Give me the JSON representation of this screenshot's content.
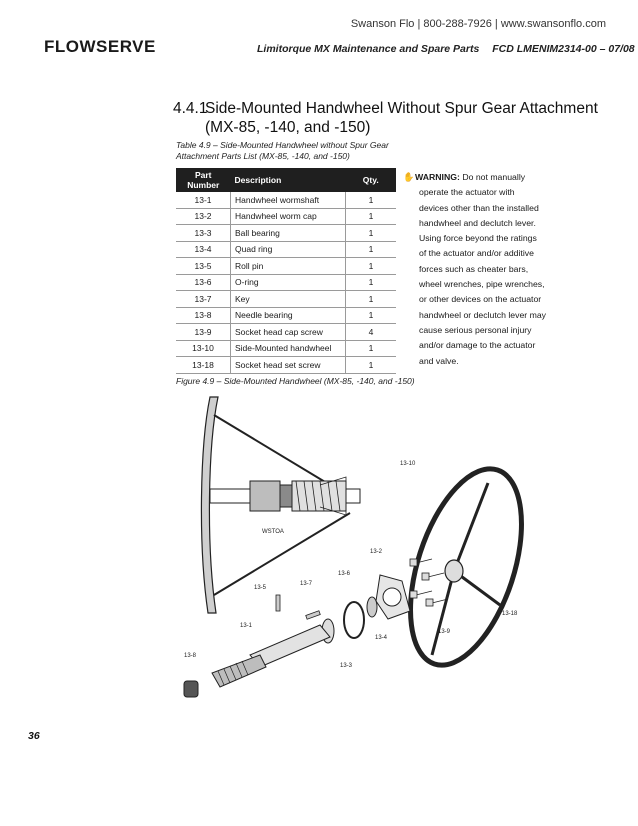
{
  "header": {
    "contact_line": "Swanson Flo | 800-288-7926 | www.swansonflo.com",
    "logo_text": "FLOWSERVE",
    "doc_title": "Limitorque MX Maintenance and Spare Parts",
    "doc_code": "FCD LMENIM2314-00 – 07/08"
  },
  "section": {
    "number": "4.4.1",
    "title_line1": "Side-Mounted Handwheel Without Spur Gear Attachment",
    "title_line2": "(MX-85, -140, and -150)"
  },
  "table": {
    "caption": "Table 4.9 – Side-Mounted Handwheel without Spur Gear Attachment Parts List (MX-85, -140, and -150)",
    "headers": [
      "Part Number",
      "Description",
      "Qty."
    ],
    "rows": [
      [
        "13-1",
        "Handwheel wormshaft",
        "1"
      ],
      [
        "13-2",
        "Handwheel worm cap",
        "1"
      ],
      [
        "13-3",
        "Ball bearing",
        "1"
      ],
      [
        "13-4",
        "Quad ring",
        "1"
      ],
      [
        "13-5",
        "Roll pin",
        "1"
      ],
      [
        "13-6",
        "O-ring",
        "1"
      ],
      [
        "13-7",
        "Key",
        "1"
      ],
      [
        "13-8",
        "Needle bearing",
        "1"
      ],
      [
        "13-9",
        "Socket head cap screw",
        "4"
      ],
      [
        "13-10",
        "Side-Mounted handwheel",
        "1"
      ],
      [
        "13-18",
        "Socket head set screw",
        "1"
      ]
    ]
  },
  "warning": {
    "icon": "warning-hand-icon",
    "label": "WARNING:",
    "lines": [
      "Do not manually",
      "operate the actuator with",
      "devices other than the installed",
      "handwheel and declutch lever.",
      "Using force beyond the ratings",
      "of the actuator and/or additive",
      "forces such as cheater bars,",
      "wheel wrenches, pipe wrenches,",
      "or other devices on the actuator",
      "handwheel or declutch lever may",
      "cause serious personal injury",
      "and/or damage to the actuator",
      "and valve."
    ]
  },
  "figure": {
    "caption": "Figure 4.9 – Side-Mounted Handwheel (MX-85, -140, and -150)",
    "inset_mark": "WSTOA",
    "callouts": {
      "c13_10": "13-10",
      "c13_2": "13-2",
      "c13_6": "13-6",
      "c13_7": "13-7",
      "c13_5": "13-5",
      "c13_1": "13-1",
      "c13_8": "13-8",
      "c13_3": "13-3",
      "c13_4": "13-4",
      "c13_9": "13-9",
      "c13_18": "13-18"
    }
  },
  "footer": {
    "page_number": "36"
  }
}
